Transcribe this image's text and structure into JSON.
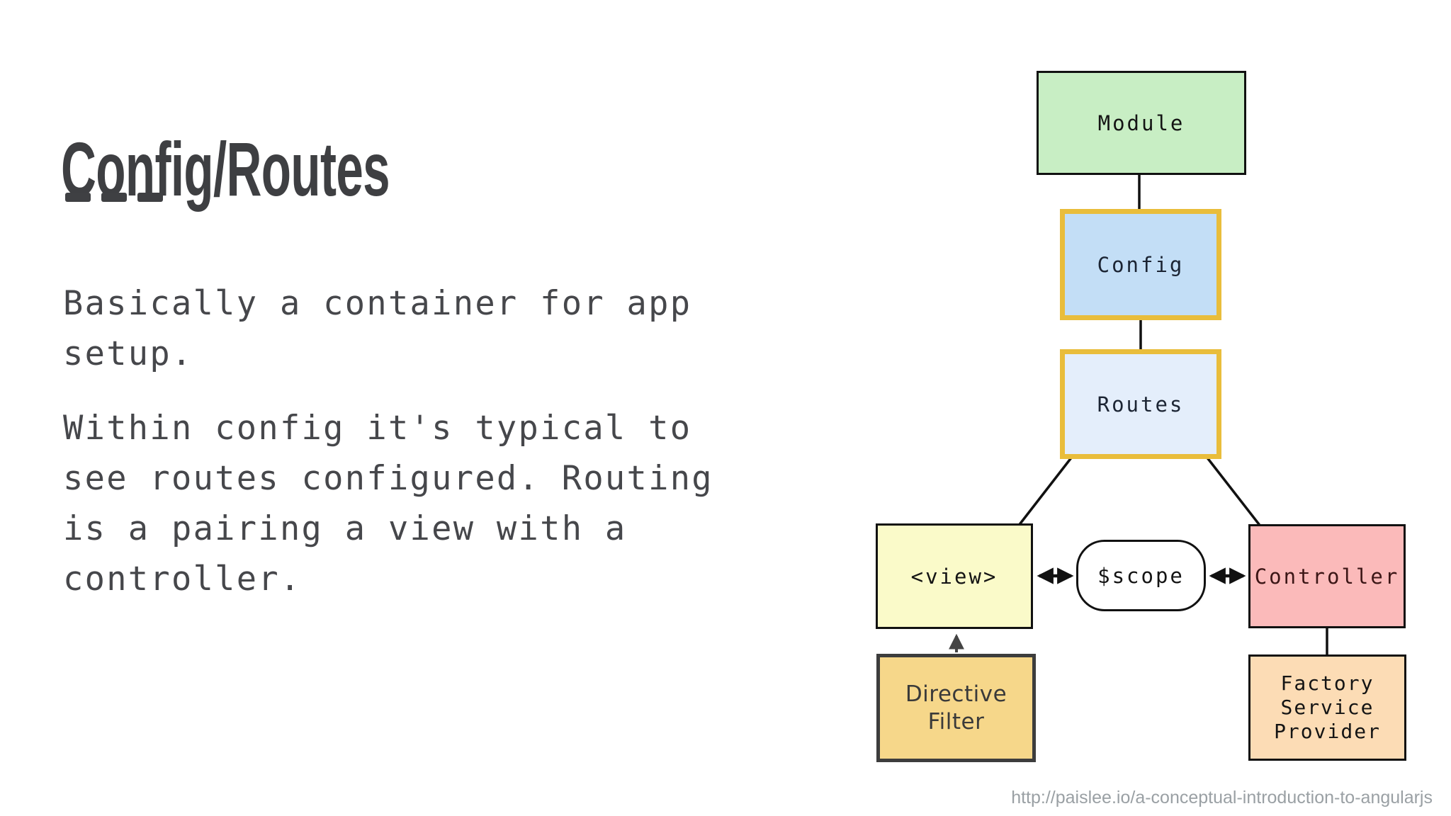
{
  "slide": {
    "title": "Config/Routes",
    "paragraphs": [
      "Basically a container for app\nsetup.",
      "Within config it's typical to\nsee routes configured. Routing\nis a pairing a view with a\ncontroller."
    ],
    "source_url": "http://paislee.io/a-conceptual-introduction-to-angularjs",
    "text_color": "#46474b",
    "title_color": "#3e3f42"
  },
  "diagram": {
    "nodes": [
      {
        "id": "module",
        "label": "Module",
        "fill": "#c8eec4",
        "border": "#111111"
      },
      {
        "id": "config",
        "label": "Config",
        "fill": "#c3def6",
        "border": "#e9bd3b"
      },
      {
        "id": "routes",
        "label": "Routes",
        "fill": "#e4eefb",
        "border": "#e9bd3b"
      },
      {
        "id": "view",
        "label": "<view>",
        "fill": "#fafac9",
        "border": "#111111"
      },
      {
        "id": "scope",
        "label": "$scope",
        "fill": "#ffffff",
        "border": "#111111"
      },
      {
        "id": "controller",
        "label": "Controller",
        "fill": "#fbbaba",
        "border": "#111111"
      },
      {
        "id": "directive_filter",
        "label": "Directive\nFilter",
        "fill": "#f6d78a",
        "border": "#3d3d3d"
      },
      {
        "id": "factory",
        "label": "Factory\nService\nProvider",
        "fill": "#fcdcb5",
        "border": "#111111"
      }
    ],
    "edges": [
      {
        "from": "Module",
        "to": "Config",
        "type": "line"
      },
      {
        "from": "Config",
        "to": "Routes",
        "type": "line"
      },
      {
        "from": "Routes",
        "to": "<view>",
        "type": "line"
      },
      {
        "from": "Routes",
        "to": "Controller",
        "type": "line"
      },
      {
        "from": "<view>",
        "to": "$scope",
        "type": "double-arrow"
      },
      {
        "from": "$scope",
        "to": "Controller",
        "type": "double-arrow"
      },
      {
        "from": "Directive Filter",
        "to": "<view>",
        "type": "arrow"
      },
      {
        "from": "Controller",
        "to": "Factory Service Provider",
        "type": "line"
      }
    ]
  }
}
